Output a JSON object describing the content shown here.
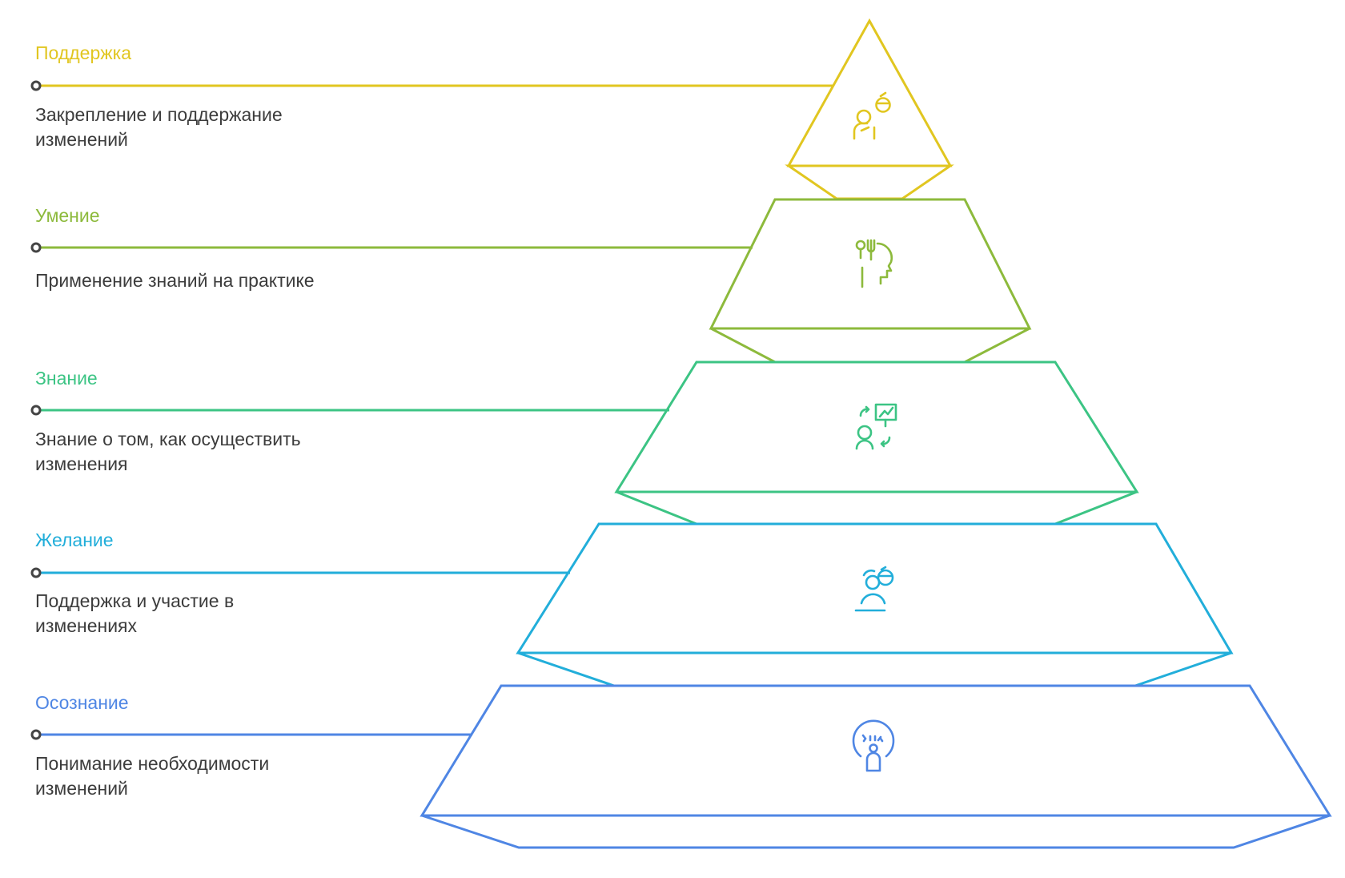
{
  "diagram": {
    "levels": [
      {
        "id": "podderzhka",
        "title": "Поддержка",
        "description_lines": [
          "Закрепление и поддержание",
          "изменений"
        ],
        "color": "#E1C620",
        "icon": "maintain-change-icon"
      },
      {
        "id": "umenie",
        "title": "Умение",
        "description_lines": [
          "Применение знаний на практике"
        ],
        "color": "#8DBA3C",
        "icon": "apply-skill-icon"
      },
      {
        "id": "znanie",
        "title": "Знание",
        "description_lines": [
          "Знание о том, как осуществить",
          "изменения"
        ],
        "color": "#3CC484",
        "icon": "training-presentation-icon"
      },
      {
        "id": "zhelanie",
        "title": "Желание",
        "description_lines": [
          "Поддержка и участие в",
          "изменениях"
        ],
        "color": "#22AEDA",
        "icon": "engaged-person-icon"
      },
      {
        "id": "osoznanie",
        "title": "Осознание",
        "description_lines": [
          "Понимание необходимости",
          "изменений"
        ],
        "color": "#4F86E4",
        "icon": "awareness-idea-icon"
      }
    ]
  }
}
